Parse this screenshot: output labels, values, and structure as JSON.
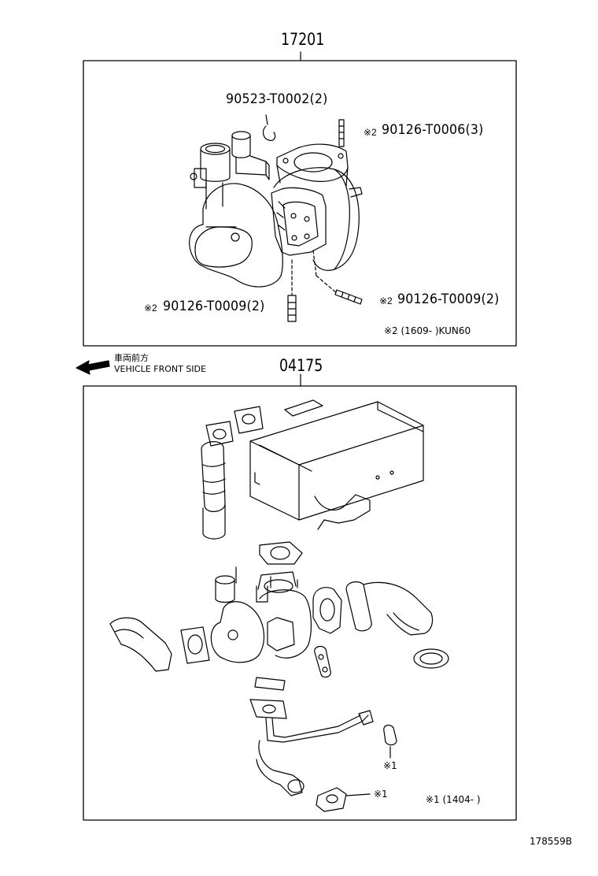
{
  "group1": {
    "title": "17201",
    "parts": {
      "p1": "90523-T0002(2)",
      "p2": "90126-T0006(3)",
      "p3": "90126-T0009(2)",
      "p4": "90126-T0009(2)"
    },
    "note_mark": "※2",
    "footnote": "※2 (1609-      )KUN60"
  },
  "direction": {
    "jp": "車両前方",
    "en": "VEHICLE FRONT SIDE"
  },
  "group2": {
    "title": "04175",
    "marker_a": "※1",
    "marker_b": "※1",
    "footnote": "※1 (1404-      )"
  },
  "figure_id": "178559B"
}
